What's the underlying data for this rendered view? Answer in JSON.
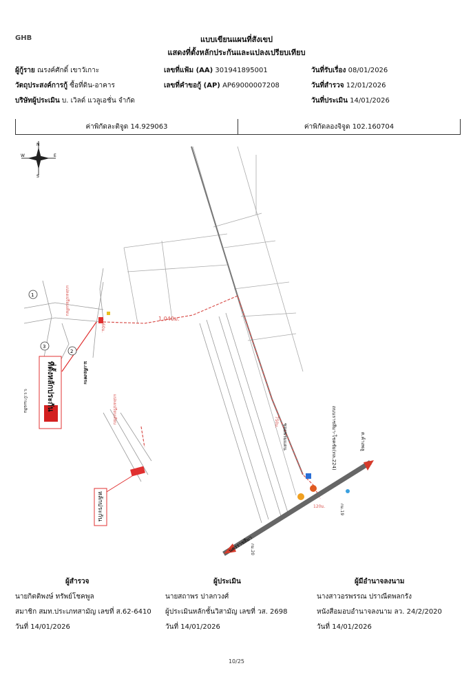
{
  "header": {
    "logo": "GHB",
    "title": "แบบเขียนแผนที่สังเขป",
    "subtitle": "แสดงที่ตั้งหลักประกันและแปลงเปรียบเทียบ"
  },
  "info": {
    "borrower_label": "ผู้กู้ราย",
    "borrower": "ณรงค์ศักดิ์ เขาวัเกาะ",
    "purpose_label": "วัตถุประสงค์การกู้",
    "purpose": "ซื้อที่ดิน-อาคาร",
    "appraiser_co_label": "บริษัทผู้ประเมิน",
    "appraiser_co": "บ. เวิลด์ แวลูเอชั่น จำกัด",
    "file_no_label": "เลขที่แฟ้ม (AA)",
    "file_no": "301941895001",
    "request_no_label": "เลขที่คำขอกู้ (AP)",
    "request_no": "AP69000007208",
    "received_label": "วันที่รับเรื่อง",
    "received": "08/01/2026",
    "survey_label": "วันที่สำรวจ",
    "survey": "12/01/2026",
    "appraise_label": "วันที่ประเมิน",
    "appraise": "14/01/2026"
  },
  "coords": {
    "lat": "ค่าพิกัดละติจูด 14.929063",
    "lon": "ค่าพิกัดลองจิจูด 102.160704"
  },
  "map": {
    "compass_n": "N",
    "compass_s": "S",
    "compass_e": "E",
    "compass_w": "W",
    "dist_main": "1,040ม.",
    "dist_a": "60ม.",
    "dist_b": "750ม.",
    "dist_c": "120ม.",
    "road_main": "ถนนราชสีมา-โชคชัย(ทล.224)",
    "to_left": "นครราชสีมา",
    "to_right": "ต.ค้างพลู",
    "soi": "ซอยพรมแดน",
    "school": "ร.ร.บ้านเฉลิม",
    "collateral_label": "ที่ตั้งหลักประกัน",
    "collateral_small": "หลักประกัน",
    "compare1": "แปลงเปรียบเทียบ",
    "compare2": "แปลงเปรียบเทียบ",
    "village": "ม.เคียงพระ",
    "marker_1": "1",
    "marker_2": "2",
    "marker_3": "3",
    "pole": "กม.19",
    "pole2": "กม.20"
  },
  "signatures": [
    {
      "role": "ผู้สำรวจ",
      "name": "นายกิตติพงษ์ ทรัพย์โชคพูล",
      "line2": "สมาชิก สมท.ประเภทสามัญ เลขที่ ส.62-6410",
      "date": "วันที่ 14/01/2026"
    },
    {
      "role": "ผู้ประเมิน",
      "name": "นายสถาพร ปาลกวงศ์",
      "line2": "ผู้ประเมินหลักชั้นวิสามัญ เลขที่ วส. 2698",
      "date": "วันที่ 14/01/2026"
    },
    {
      "role": "ผู้มีอำนาจลงนาม",
      "name": "นางสาวอรพรรณ ปราณีตพลกรัง",
      "line2": "หนังสือมอบอำนาจลงนาม ลว. 24/2/2020",
      "date": "วันที่ 14/01/2026"
    }
  ],
  "page": "10/25",
  "colors": {
    "route": "#d9534f",
    "collateral": "#e03030",
    "highway": "#666666",
    "arrow": "#d63a2a"
  }
}
